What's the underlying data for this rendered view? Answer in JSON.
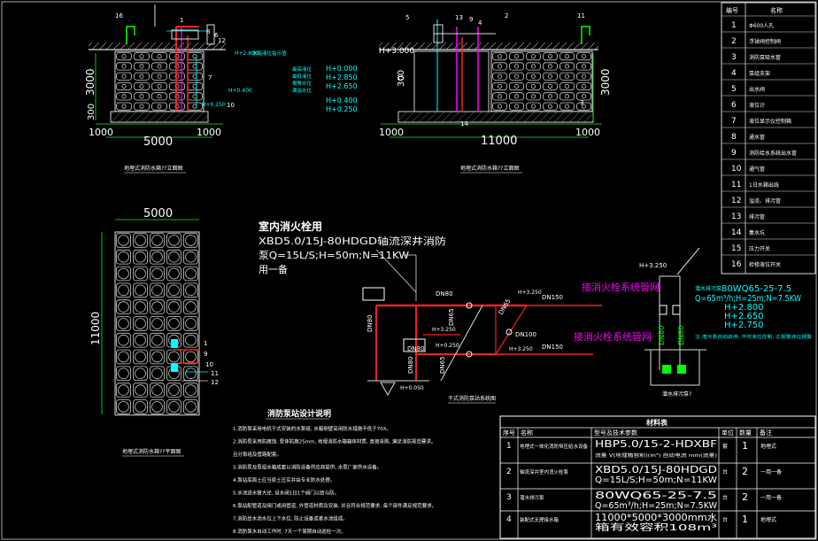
{
  "views": {
    "left_elev": {
      "dims": {
        "width": "5000",
        "height": "3000",
        "left": "1000",
        "right": "1000",
        "h300": "300"
      },
      "levels": [
        "H+2.800",
        "H+0.400",
        "H+0.250"
      ],
      "leaders": [
        "16",
        "1",
        "8",
        "6",
        "12",
        "7",
        "10"
      ],
      "notes": [
        "水箱液位指示值",
        "最高液位",
        "最低液位",
        "报警水位",
        "满溢水位"
      ],
      "caption": "地埋式消防水箱??立面图"
    },
    "mid_elev": {
      "dims": {
        "width": "11000",
        "height": "3000",
        "left": "1000",
        "right": "1000",
        "h300": "300"
      },
      "level_top": "H+3.000",
      "levels": [
        "H+0.000",
        "H+2.850",
        "H+2.650",
        "H+0.400",
        "H+0.250"
      ],
      "leaders": [
        "5",
        "13",
        "4",
        "11",
        "15",
        "14",
        "9",
        "2",
        "3"
      ],
      "caption": "地埋式消防水箱??立面图"
    },
    "plan": {
      "dims": {
        "width": "5000",
        "height": "11000"
      },
      "leaders": [
        "1",
        "9",
        "10",
        "11",
        "12"
      ],
      "caption": "地埋式消防水箱??平面图"
    }
  },
  "hydrant": {
    "title": "室内消火栓用",
    "model": "XBD5.0/15J-80HDGD轴流深井消防",
    "spec": "泵Q=15L/S;H=50m;N=11KW",
    "note": "用一备"
  },
  "schematic": {
    "labels": [
      "DN80",
      "DN80",
      "DN65",
      "DN65",
      "DN150",
      "DN150",
      "DN65",
      "DN100",
      "DN80",
      "DN80"
    ],
    "levels": [
      "H+3.250",
      "H+3.250",
      "H+3.250",
      "H+0.250",
      "H+0.050"
    ],
    "to_system": "接消火栓系统管网",
    "caption": "干式消防泵站系统图"
  },
  "sewage": {
    "level": "H+3.250",
    "pump_label": "潜水排污泵",
    "pump_spec": "80WQ65-25-7.5",
    "pump_params": "Q=65m³/h;H=25m;N=7.5KW",
    "levels": [
      "H+2.800",
      "H+2.650",
      "H+2.750"
    ],
    "annotation": "注:潜污泵自动启停, 平时液位控制, 达报警液位报警",
    "pipe": [
      "DN80",
      "DN80"
    ],
    "caption": "潜水排污泵?"
  },
  "legend": {
    "headers": [
      "编号",
      "名称"
    ],
    "rows": [
      [
        "1",
        "Φ600人孔"
      ],
      [
        "2",
        "浮球阀控制阀"
      ],
      [
        "3",
        "消防泵吸水管"
      ],
      [
        "4",
        "泵组支架"
      ],
      [
        "5",
        "出水阀"
      ],
      [
        "6",
        "液位计"
      ],
      [
        "7",
        "液位显示仪控制箱"
      ],
      [
        "8",
        "通水管"
      ],
      [
        "9",
        "消防给水系统出水管"
      ],
      [
        "10",
        "通气管"
      ],
      [
        "11",
        "1日水箱出线"
      ],
      [
        "12",
        "溢流、排污管"
      ],
      [
        "13",
        "排污管"
      ],
      [
        "14",
        "集水坑"
      ],
      [
        "15",
        "压力开关"
      ],
      [
        "16",
        "检修液位开关"
      ]
    ]
  },
  "notes": {
    "title": "消防泵站设计说明",
    "items": [
      "1.消防泵采用电机干式安装的水泵组, 水箱侧壁采用防水措施不低于70X。",
      "2.消防泵采用防腐蚀, 泵体防腐25mm, 地埋消防水箱箱体材质, 直接采购, 满足消防规范要求。",
      "  且分泵组及管路配套。",
      "3.消防泵及泵组水箱成套以消防设备供应商提供, 水泵厂家供水设备。",
      "4.泵站底面土应当原土压实并由专业防水处理。",
      "5.水池进水管大径, 设水阀1日1个阀门以给与防。",
      "6.泵站配管道及阀门或用管道, 外管道材质及安装, 并且符合规范要求, 每个部件满足规范要求。",
      "7.消防给水池水位上下水位, 防止设备或者水池组成。",
      "8.消防泵水自动工作时, 7天一个周期自动巡检一次。"
    ]
  },
  "materials": {
    "title": "材料表",
    "headers": [
      "序号",
      "名称",
      "型号及技术参数",
      "单位",
      "数量",
      "备注"
    ],
    "rows": [
      {
        "no": "1",
        "name": "地埋式一体化消防恒压给水设备",
        "spec": "HBP5.0/15-2-HDXBF",
        "spec2": "流量 V(地埋箱容积)(m³)  自动电流 mm(流量)",
        "unit": "套",
        "qty": "1",
        "remark": "地埋式"
      },
      {
        "no": "2",
        "name": "轴流深井室内消火栓泵",
        "spec": "XBD5.0/15J-80HDGD",
        "spec2": "Q=15L/S;H=50m;N=11KW",
        "unit": "台",
        "qty": "2",
        "remark": "一用一备"
      },
      {
        "no": "3",
        "name": "潜水排污泵",
        "spec": "80WQ65-25-7.5",
        "spec2": "Q=65m³/h;H=25m;N=7.5KW",
        "unit": "台",
        "qty": "2",
        "remark": "一用一备"
      },
      {
        "no": "4",
        "name": "装配式无焊接水箱",
        "spec": "11000*5000*3000mm水",
        "spec2": "箱有效容积108m³",
        "unit": "台",
        "qty": "1",
        "remark": "地埋式"
      }
    ]
  }
}
